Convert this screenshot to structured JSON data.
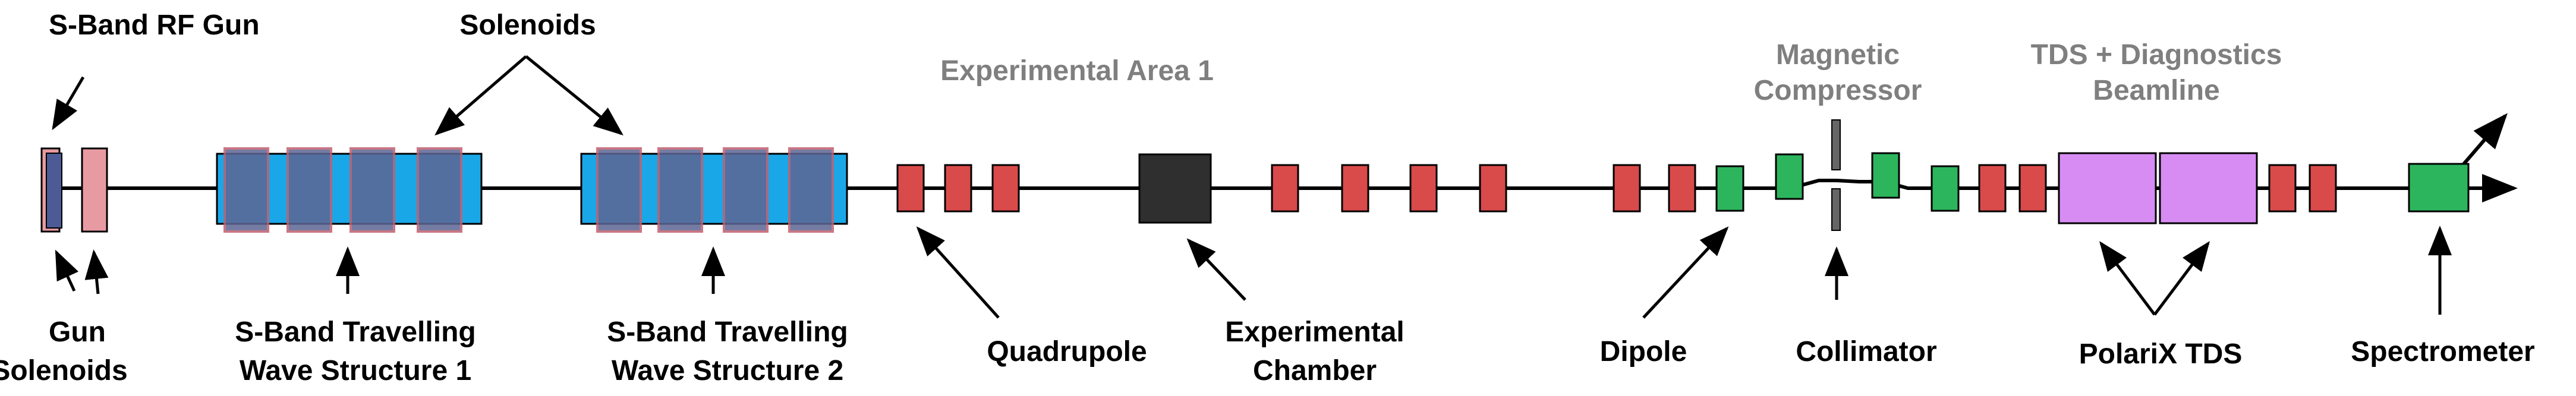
{
  "labels": {
    "rf_gun": "S-Band RF Gun",
    "solenoids": "Solenoids",
    "experimental_area": "Experimental Area 1",
    "magnetic_compressor_1": "Magnetic",
    "magnetic_compressor_2": "Compressor",
    "tds_beamline_1": "TDS + Diagnostics",
    "tds_beamline_2": "Beamline",
    "gun": "Gun",
    "gun_solenoids": "Solenoids",
    "structure1_1": "S-Band Travelling",
    "structure1_2": "Wave Structure 1",
    "structure2_1": "S-Band Travelling",
    "structure2_2": "Wave Structure 2",
    "quadrupole": "Quadrupole",
    "chamber_1": "Experimental",
    "chamber_2": "Chamber",
    "dipole": "Dipole",
    "collimator": "Collimator",
    "polarix": "PolariX TDS",
    "spectrometer": "Spectrometer"
  },
  "colors": {
    "beamline": "#000000",
    "cavity_blue": "#1AA7E8",
    "solenoid_fill": "#E89AA2",
    "solenoid_over_cavity": "#5E6694",
    "gun_body": "#4C5A96",
    "quadrupole": "#D94A4A",
    "dipole": "#2DB55D",
    "chamber": "#2F2F2F",
    "collimator": "#666666",
    "tds": "#D78CF3",
    "gray_label": "#7F7F7F",
    "label": "#000000"
  }
}
